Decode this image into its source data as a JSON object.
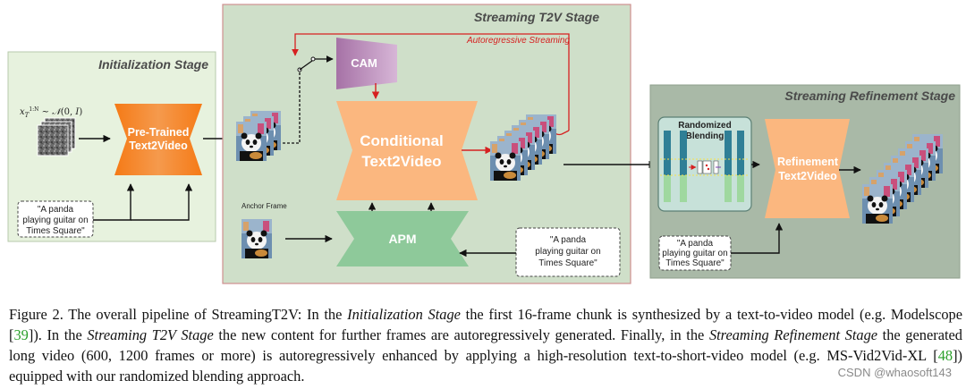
{
  "figure": {
    "init_stage": {
      "title": "Initialization Stage",
      "noise_formula": "x_T^{1:N} ~ N(0, I)",
      "model_label": [
        "Pre-Trained",
        "Text2Video"
      ]
    },
    "t2v_stage": {
      "title": "Streaming T2V Stage",
      "autoregressive_label": "Autoregressive Streaming",
      "cam_label": "CAM",
      "model_label": [
        "Conditional",
        "Text2Video"
      ],
      "apm_label": "APM",
      "anchor_label": "Anchor Frame"
    },
    "refine_stage": {
      "title": "Streaming Refinement Stage",
      "blending_label": [
        "Randomized",
        "Blending"
      ],
      "model_label": [
        "Refinement",
        "Text2Video"
      ]
    },
    "prompt": [
      "\"A panda",
      "playing guitar on",
      "Times Square\""
    ],
    "prompt_init": [
      "\"A panda",
      "playing guitar on",
      "Times Square\""
    ],
    "colors": {
      "init_bg": "#e7f2de",
      "t2v_bg": "#cfdfc9",
      "refine_bg": "#a9b9a7",
      "orange_dark": "#f07c1c",
      "orange_light": "#fbb77f",
      "purple": "#b98bb9",
      "green_box": "#8ec99a",
      "arrow_red": "#d62020"
    }
  },
  "caption": {
    "prefix": "Figure 2.  The overall pipeline of StreamingT2V: In the ",
    "init_stage": "Initialization Stage",
    "part2": " the first 16-frame chunk is synthesized by a text-to-video model (e.g. Modelscope [",
    "cite1": "39",
    "part3": "]). In the ",
    "t2v_stage": "Streaming T2V Stage",
    "part4": " the new content for further frames are autoregressively generated. Finally, in the ",
    "refine_stage": "Streaming Refinement Stage",
    "part5": " the generated long video (600, 1200 frames or more) is autoregressively enhanced by applying a high-resolution text-to-short-video model (e.g. MS-Vid2Vid-XL [",
    "cite2": "48",
    "part6": "]) equipped with our randomized blending approach."
  },
  "watermark": "CSDN @whaosoft143"
}
